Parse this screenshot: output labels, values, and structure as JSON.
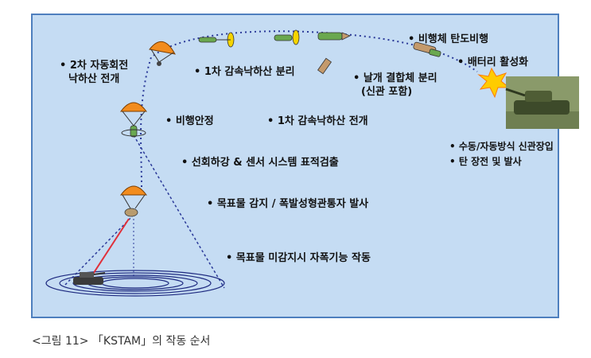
{
  "diagram": {
    "labels": {
      "bullet": "•",
      "two_stage_parachute_1": "2차 자동회전",
      "two_stage_parachute_2": "낙하산 전개",
      "first_decel_separation": "1차 감속낙하산 분리",
      "flight_stabilization": "비행안정",
      "first_decel_deploy": "1차 감속낙하산 전개",
      "ballistic_flight": "비행체 탄도비행",
      "battery_activation": "배터리 활성화",
      "shell_separation_1": "날개 결합체 분리",
      "shell_separation_2": "(신관 포함)",
      "spiral_descent": "선회하강 & 센서 시스템 표적검출",
      "target_detect": "목표물 감지 / 폭발성형관통자 발사",
      "self_destruct": "목표물 미감지시 자폭기능 작동",
      "fuze_setting": "수동/자동방식 신관장입",
      "loading_firing": "탄 장전 및 발사"
    },
    "colors": {
      "panel_bg": "#c5dcf3",
      "panel_border": "#4e7fbe",
      "trajectory": "#2b3a99",
      "laser": "#e0303a",
      "parachute": "#f28c1e",
      "projectile_body": "#6aa84f",
      "explosion": "#ffcc00"
    }
  },
  "caption": "<그림 11> 「KSTAM」의 작동 순서"
}
